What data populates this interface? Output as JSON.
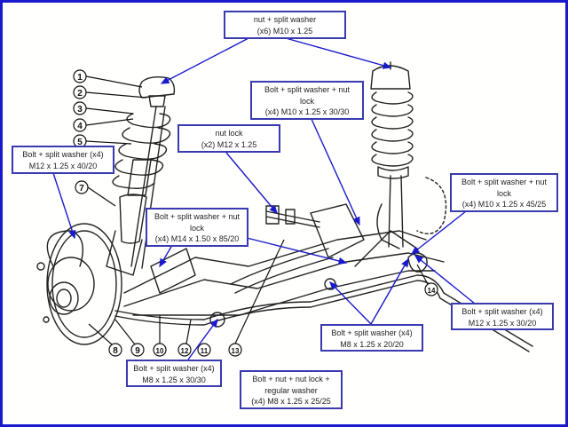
{
  "diagram": {
    "subject": "Front suspension assembly (MacPherson strut)",
    "border_color": "#1a1acc",
    "callout_color": "#3a3ab0",
    "leader_color": "#1a1acc"
  },
  "callouts": [
    {
      "id": "top-mount",
      "lines": [
        "nut + split washer",
        "(x6)  M10 x 1.25"
      ]
    },
    {
      "id": "crossmember-upper",
      "lines": [
        "Bolt + split washer + nut",
        "lock",
        "(x4)  M10 x 1.25 x 30/30"
      ]
    },
    {
      "id": "nut-lock",
      "lines": [
        "nut lock",
        "(x2)  M12 x 1.25"
      ]
    },
    {
      "id": "strut-knuckle-left",
      "lines": [
        "Bolt + split washer (x4)",
        "M12 x 1.25 x 40/20"
      ]
    },
    {
      "id": "control-arm-right",
      "lines": [
        "Bolt + split washer + nut",
        "lock",
        "(x4)  M10 x 1.25 x 45/25"
      ]
    },
    {
      "id": "control-arm-pivot",
      "lines": [
        "Bolt + split washer + nut",
        "lock",
        "(x4)  M14 x 1.50 x 85/20"
      ]
    },
    {
      "id": "balljoint-right",
      "lines": [
        "Bolt + split washer (x4)",
        "M12 x 1.25 x 30/20"
      ]
    },
    {
      "id": "subframe-mount",
      "lines": [
        "Bolt + split washer (x4)",
        "M8 x 1.25 x 20/20"
      ]
    },
    {
      "id": "sway-bar-clamp",
      "lines": [
        "Bolt + split washer (x4)",
        "M8 x 1.25 x 30/30"
      ]
    },
    {
      "id": "sway-bar-bracket",
      "lines": [
        "Bolt + nut + nut lock +",
        "regular washer",
        "(x4)  M8 x 1.25 x 25/25"
      ]
    }
  ],
  "part_numbers": [
    "1",
    "2",
    "3",
    "4",
    "5",
    "7",
    "8",
    "9",
    "10",
    "12",
    "11",
    "13",
    "14"
  ]
}
